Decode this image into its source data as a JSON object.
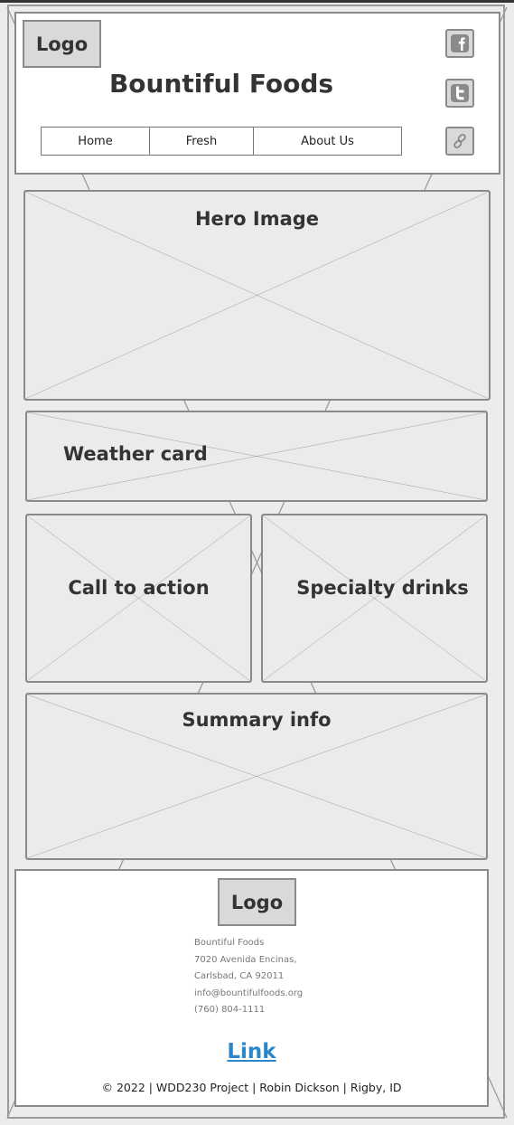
{
  "header": {
    "logo": "Logo",
    "title": "Bountiful Foods",
    "nav": [
      {
        "label": "Home"
      },
      {
        "label": "Fresh"
      },
      {
        "label": "About Us"
      }
    ],
    "social": [
      {
        "icon": "facebook-icon"
      },
      {
        "icon": "twitter-icon"
      },
      {
        "icon": "link-icon"
      }
    ]
  },
  "placeholders": {
    "hero": "Hero Image",
    "weather": "Weather card",
    "cta": "Call to action",
    "drinks": "Specialty drinks",
    "summary": "Summary info"
  },
  "footer": {
    "logo": "Logo",
    "contact": {
      "name": "Bountiful Foods",
      "street": "7020 Avenida Encinas,",
      "city": "Carlsbad, CA 92011",
      "email": "info@bountifulfoods.org",
      "phone": "(760) 804-1111"
    },
    "link": "Link",
    "copyright": "© 2022 | WDD230 Project | Robin Dickson | Rigby, ID"
  },
  "colors": {
    "frame": "#8a8a8a",
    "placeholder_bg": "#ebebeb",
    "link": "#2a87c9"
  }
}
